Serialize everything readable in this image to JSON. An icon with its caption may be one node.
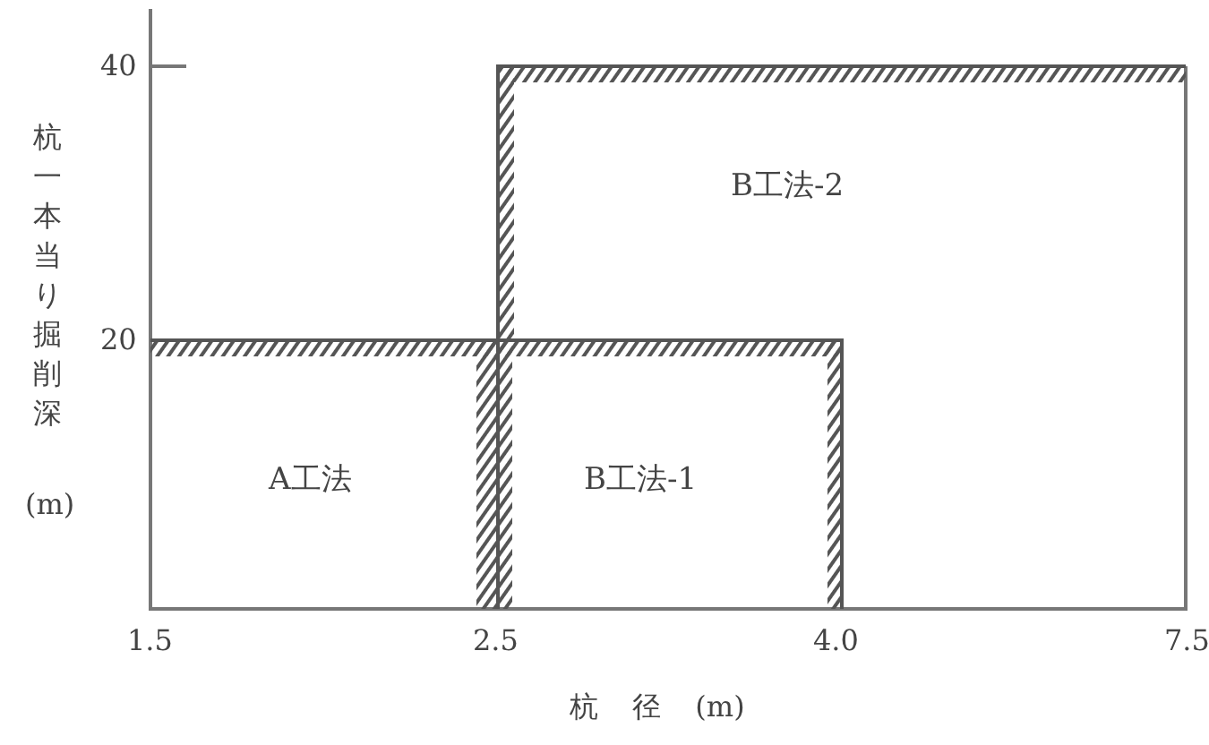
{
  "diagram": {
    "nodes": [
      {
        "text": [
          "B工法-2"
        ]
      },
      {
        "text": [
          "A工法"
        ]
      },
      {
        "text": [
          "B工法-1"
        ]
      }
    ],
    "labels": [
      "40",
      "20",
      "杭一本当り掘削深",
      "(m)",
      "1.5",
      "2.5",
      "4.0",
      "7.5",
      "杭 径 (m)"
    ]
  }
}
